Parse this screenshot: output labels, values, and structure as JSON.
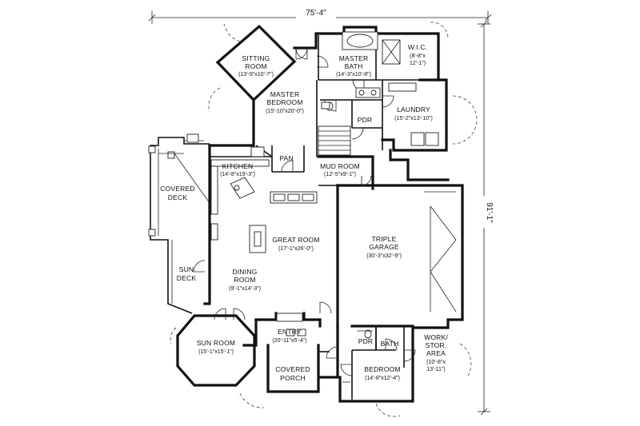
{
  "overall": {
    "width": "75'-4\"",
    "depth": "91'-1\""
  },
  "rooms": {
    "sitting": {
      "name_1": "SITTING",
      "name_2": "ROOM",
      "dim": "(13'-9\"x10'-7\")"
    },
    "master_bath": {
      "name_1": "MASTER",
      "name_2": "BATH",
      "dim": "(14'-3\"x10'-8\")"
    },
    "wic": {
      "name": "W.I.C.",
      "dim_1": "(8'-8\"x",
      "dim_2": "12'-1\")"
    },
    "master_bedroom": {
      "name_1": "MASTER",
      "name_2": "BEDROOM",
      "dim": "(15'-10\"x20'-0\")"
    },
    "laundry": {
      "name": "LAUNDRY",
      "dim": "(15'-2\"x13'-10\")"
    },
    "pdr_upper": {
      "name": "PDR"
    },
    "pan": {
      "name": "PAN"
    },
    "kitchen": {
      "name": "KITCHEN",
      "dim": "(14'-8\"x19'-3\")"
    },
    "mud_room": {
      "name": "MUD ROOM",
      "dim": "(12'-5\"x9'-1\")"
    },
    "covered_deck": {
      "name_1": "COVERED",
      "name_2": "DECK"
    },
    "great_room": {
      "name": "GREAT ROOM",
      "dim": "(17'-1\"x26'-0\")"
    },
    "triple_garage": {
      "name_1": "TRIPLE",
      "name_2": "GARAGE",
      "dim": "(30'-3\"x32'-9\")"
    },
    "sun_deck": {
      "name_1": "SUN",
      "name_2": "DECK"
    },
    "dining": {
      "name_1": "DINING",
      "name_2": "ROOM",
      "dim": "(9'-1\"x14'-3\")"
    },
    "sun_room": {
      "name": "SUN ROOM",
      "dim": "(15'-1\"x15'-1\")"
    },
    "entry": {
      "name": "ENTRY",
      "dim": "(20'-11\"x5'-4\")"
    },
    "pdr_lower": {
      "name": "PDR"
    },
    "bath": {
      "name": "BATH"
    },
    "work_stor": {
      "name_1": "WORK/",
      "name_2": "STOR.",
      "name_3": "AREA",
      "dim_1": "(10'-8\"x",
      "dim_2": "13'-11\")"
    },
    "covered_porch": {
      "name_1": "COVERED",
      "name_2": "PORCH"
    },
    "bedroom": {
      "name": "BEDROOM",
      "dim": "(14'-8\"x12'-4\")"
    }
  }
}
